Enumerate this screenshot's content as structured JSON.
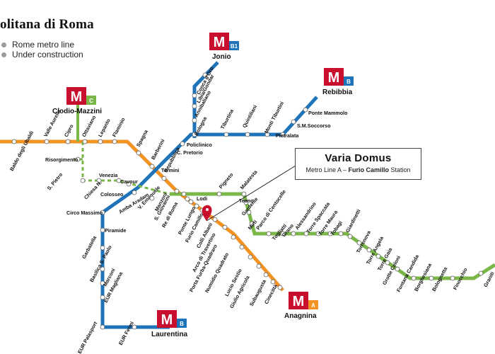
{
  "header": {
    "title": "olitana di Roma"
  },
  "legend": [
    {
      "label": "Rome metro line"
    },
    {
      "label": "Under construction"
    }
  ],
  "callout": {
    "title": "Varia Domus",
    "subtitle_prefix": "Metro Line A – ",
    "subtitle_station": "Furio Camillo",
    "subtitle_suffix": " Station"
  },
  "colors": {
    "line_a": "#f39323",
    "line_b": "#1f73b8",
    "line_c": "#7ab648",
    "logo_m": "#c8102e",
    "station_fill": "#ffffff",
    "marker": "#c8102e"
  },
  "terminals": {
    "jonio": {
      "badge": "B1",
      "name": "Jonio"
    },
    "rebibbia": {
      "badge": "B",
      "name": "Rebibbia"
    },
    "clodio": {
      "badge": "C",
      "name": "Clodio-Mazzini"
    },
    "laurentina": {
      "badge": "B",
      "name": "Laurentina"
    },
    "anagnina": {
      "badge": "A",
      "name": "Anagnina"
    }
  },
  "stations": {
    "battistini": "Baldo degli Ubaldi",
    "valle_aurelia": "Valle Aurelia",
    "cipro": "Cipro",
    "ottaviano": "Ottaviano",
    "lepanto": "Lepanto",
    "flaminio": "Flaminio",
    "spagna": "Spagna",
    "barberini": "Barberini",
    "repubblica": "Repubblica",
    "termini": "Termini",
    "vittorio": "V. Emanuele",
    "manzoni": "Manzoni",
    "s_giovanni": "S. Giovanni",
    "re_di_roma": "Re di Roma",
    "ponte_lungo": "Ponte Lungo",
    "furio_camillo": "Furio Camillo",
    "colli_albani": "Colli Albani",
    "arco_travertino": "Arco di Travertino",
    "porta_furba": "Porta Furba-Quadraro",
    "numidio": "Numidio Quadrato",
    "lucio_sestio": "Lucio Sestio",
    "giulio_agricola": "Giulio Agricola",
    "subaugusta": "Subaugusta",
    "cinecitta": "Cinecittà",
    "risorgimento": "Risorgimento",
    "s_pietro": "S. Pietro",
    "chiesa_nuova": "Chiesa N.",
    "venezia": "Venezia",
    "cavour": "Cavour",
    "colosseo": "Colosseo",
    "amba_aradam": "Amba Aradam",
    "circo_massimo": "Circo Massimo",
    "piramide": "Piramide",
    "garbatella": "Garbatella",
    "basilica": "Basilica S. Paolo",
    "marconi": "Marconi",
    "eur_magliana": "EUR Magliana",
    "eur_palasport": "EUR Palasport",
    "eur_fermi": "EUR Fermi",
    "castro_pretorio": "C. Pretorio",
    "policlinico": "Policlinico",
    "bologna": "Bologna",
    "annibaliano": "Annibaliano",
    "libia": "Libia/Gondar",
    "conca_oro": "Conca d'Oro",
    "tiburtina": "Tiburtina",
    "quintiliani": "Quintiliani",
    "monti_tiburtini": "Monti Tiburtini",
    "pietralata": "Pietralata",
    "s_m_soccorso": "S.M.Soccorso",
    "ponte_mammolo": "Ponte Mammolo",
    "lodi": "Lodi",
    "pigneto": "Pigneto",
    "malatesta": "Malatesta",
    "teano": "Teano",
    "gardenie": "Gardenie",
    "mirti": "Mirti",
    "parco_centocelle": "Parco di Centocelle",
    "togliatti": "Togliatti",
    "grano": "Grano",
    "alessandrino": "Alessandrino",
    "torre_spaccata": "Torre Spaccata",
    "torre_maura": "Torre Maura",
    "torrenova": "Torrenova",
    "giardinetti": "Giardinetti",
    "tobagi": "Tobagi",
    "torre_angela": "Torre Angela",
    "torre_gaia": "Torre Gaia",
    "grotte_celoni": "Grotte Celoni",
    "fontana_candida": "Fontana Candida",
    "borghesiana": "Borghesiana",
    "bolognetta": "Bolognetta",
    "finocchio": "Finocchio",
    "graniti": "Graniti"
  }
}
